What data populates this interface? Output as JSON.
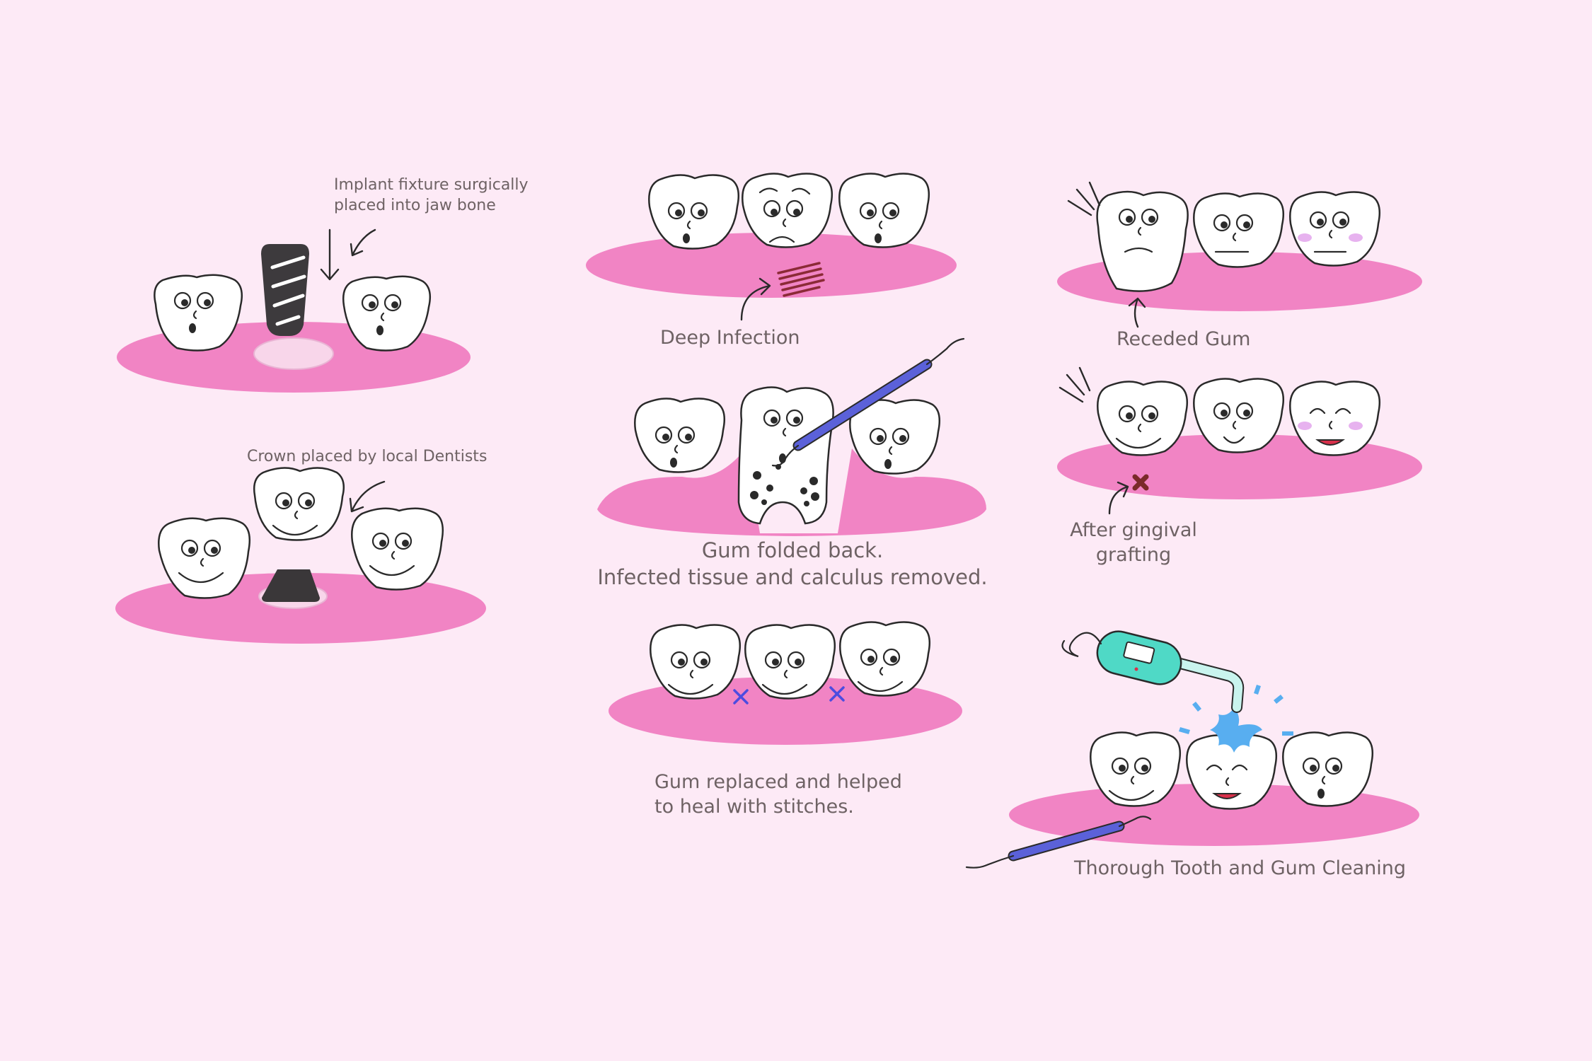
{
  "labels": {
    "implant": "Implant fixture surgically\nplaced into jaw bone",
    "crown": "Crown placed by local Dentists",
    "deep_infection": "Deep Infection",
    "gum_folded": "Gum folded back.\nInfected tissue and calculus removed.",
    "gum_replaced": "Gum replaced and helped\nto heal with stitches.",
    "receded_gum": "Receded Gum",
    "after_grafting": "After gingival\ngrafting",
    "cleaning": "Thorough Tooth and Gum Cleaning"
  },
  "colors": {
    "background": "#fdeaf6",
    "gum": "#f184c4",
    "implant": "#3d3a3d",
    "probe": "#5b61d9",
    "scaler": "#4fd9c6",
    "water": "#58aef0",
    "stitch": "#4c4ce0",
    "infection": "#8b2a36",
    "graft": "#7a2a2a",
    "blush": "#e7b2ef"
  }
}
